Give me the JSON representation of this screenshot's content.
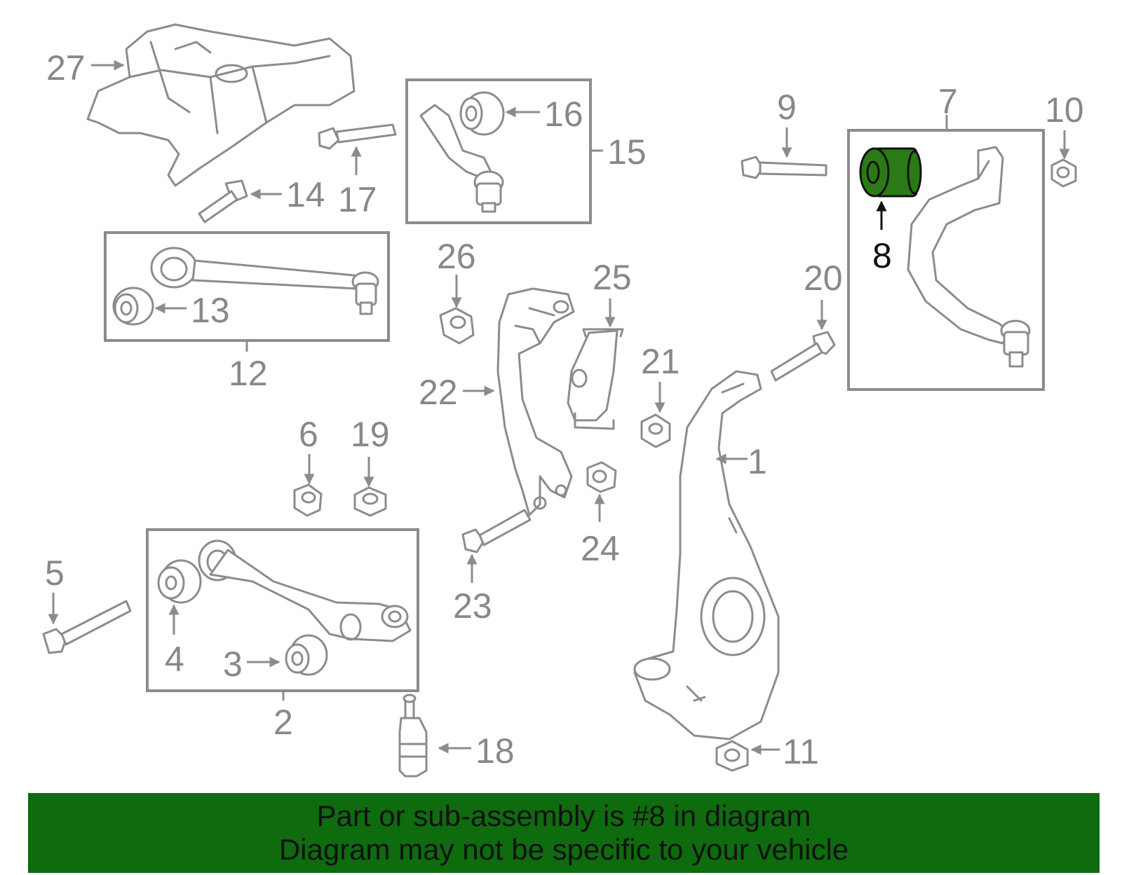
{
  "highlight_color": "#2a7a16",
  "banner_color": "#0e6b0e",
  "banner": {
    "line1": "Part or sub-assembly is #8 in diagram",
    "line2": "Diagram may not be specific to your vehicle"
  },
  "callouts": {
    "c1": "1",
    "c2": "2",
    "c3": "3",
    "c4": "4",
    "c5": "5",
    "c6": "6",
    "c7": "7",
    "c8": "8",
    "c9": "9",
    "c10": "10",
    "c11": "11",
    "c12": "12",
    "c13": "13",
    "c14": "14",
    "c15": "15",
    "c16": "16",
    "c17": "17",
    "c18": "18",
    "c19": "19",
    "c20": "20",
    "c21": "21",
    "c22": "22",
    "c23": "23",
    "c24": "24",
    "c25": "25",
    "c26": "26",
    "c27": "27"
  }
}
